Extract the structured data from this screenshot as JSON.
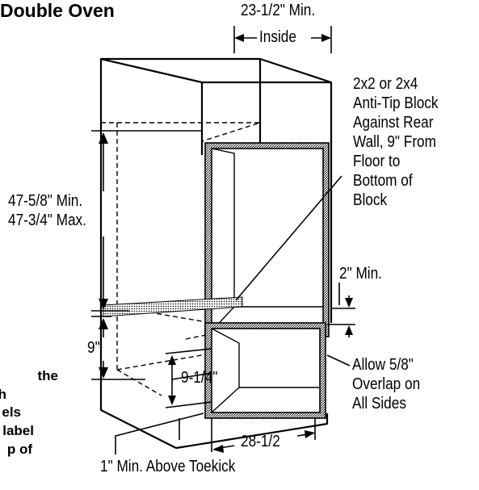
{
  "title": "Double Oven",
  "labels": {
    "inside_width": "23-1/2\" Min.",
    "inside_word": "Inside",
    "anti_tip_lines": [
      "2x2 or 2x4",
      "Anti-Tip Block",
      "Against Rear",
      "Wall, 9\" From",
      "Floor to",
      "Bottom of",
      "Block"
    ],
    "height_min": "47-5/8\" Min.",
    "height_max": "47-3/4\" Max.",
    "nine": "9\"",
    "two_min": "2\" Min.",
    "overlap_lines": [
      "Allow 5/8\"",
      "Overlap on",
      "All Sides"
    ],
    "nine_quarter": "9-1/4\"",
    "twenty_eight": "28-1/2",
    "toekick": "1\" Min. Above Toekick"
  },
  "side_text_fragments": [
    "the",
    "h",
    "els",
    "label",
    "p of"
  ]
}
